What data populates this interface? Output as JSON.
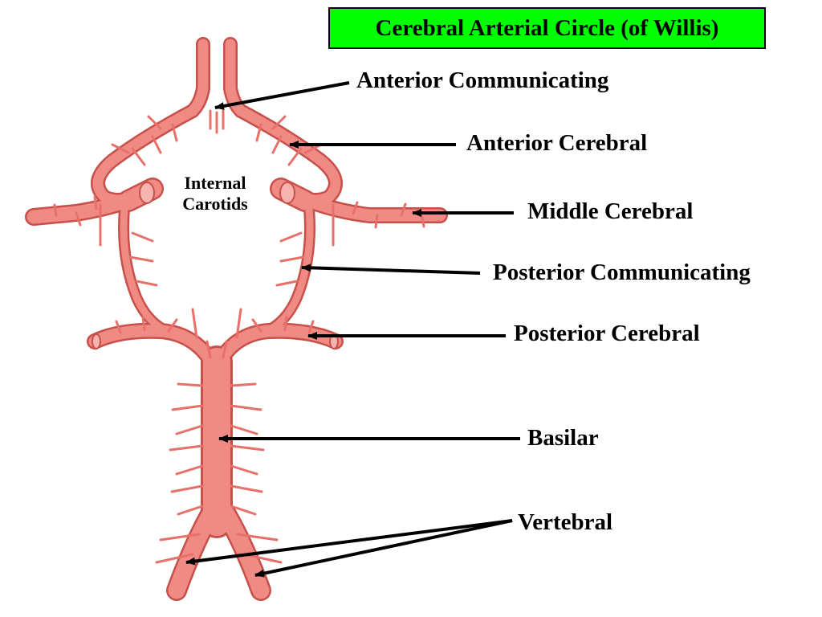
{
  "title": "Cerebral Arterial Circle (of Willis)",
  "labels": {
    "anterior_communicating": "Anterior Communicating",
    "anterior_cerebral": "Anterior Cerebral",
    "middle_cerebral": "Middle Cerebral",
    "posterior_communicating": "Posterior Communicating",
    "posterior_cerebral": "Posterior Cerebral",
    "basilar": "Basilar",
    "vertebral": "Vertebral",
    "internal_carotids_line1": "Internal",
    "internal_carotids_line2": "Carotids"
  },
  "colors": {
    "title_background": "#00ff00",
    "artery_fill": "#f08a84",
    "artery_outline": "#c8504a",
    "pointer_lines": "#000000"
  }
}
